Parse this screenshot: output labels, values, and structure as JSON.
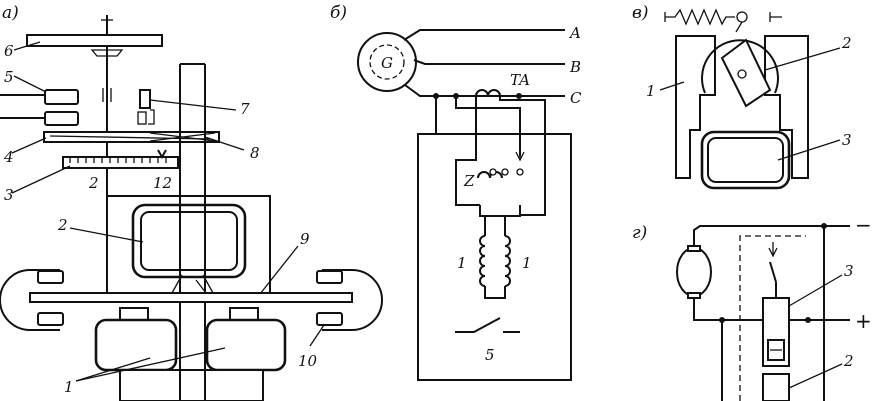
{
  "panels": {
    "a": {
      "title": "а)",
      "callouts": [
        "6",
        "5",
        "4",
        "3",
        "2",
        "7",
        "8",
        "9",
        "10",
        "1"
      ],
      "scale_labels": [
        "2",
        "12"
      ]
    },
    "b": {
      "title": "б)",
      "generator": "G",
      "phases": [
        "A",
        "B",
        "C"
      ],
      "transformer": "TA",
      "relay_label": "Z",
      "coil_labels": [
        "1",
        "1"
      ],
      "contact_label": "5"
    },
    "v": {
      "title": "в)",
      "callouts": [
        "1",
        "2",
        "3"
      ]
    },
    "g": {
      "title": "г)",
      "terminal_minus": "−",
      "terminal_plus": "+",
      "callouts": [
        "3",
        "2"
      ]
    }
  }
}
